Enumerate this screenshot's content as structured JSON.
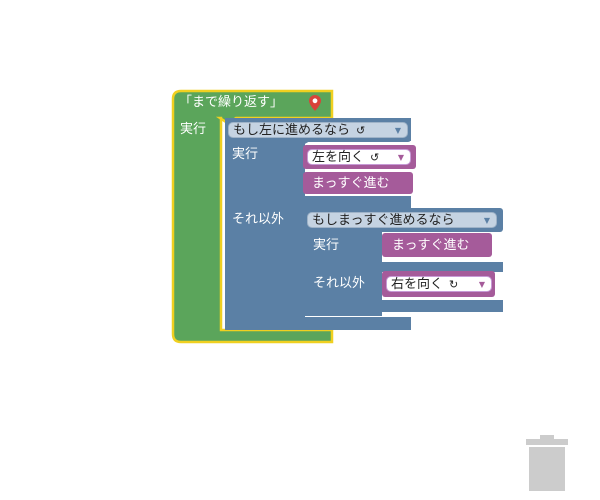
{
  "colors": {
    "loop_block": "#5ba55b",
    "loop_highlight": "#f0d020",
    "if_block": "#5b80a5",
    "action_block": "#a55b9a",
    "trash": "#cccccc"
  },
  "loop_block": {
    "title": "「まで繰り返す」",
    "do_label": "実行",
    "icon": "map-pin-icon"
  },
  "outer_if": {
    "condition": "もし左に進めるなら",
    "turn_symbol": "↺",
    "do_label": "実行",
    "else_label": "それ以外",
    "actions": [
      {
        "label": "左を向く",
        "turn_symbol": "↺"
      },
      {
        "label": "まっすぐ進む"
      }
    ]
  },
  "inner_if": {
    "condition": "もしまっすぐ進めるなら",
    "do_label": "実行",
    "else_label": "それ以外",
    "do_action": "まっすぐ進む",
    "else_action": {
      "label": "右を向く",
      "turn_symbol": "↻"
    }
  },
  "trash_icon": "trash-can-icon"
}
